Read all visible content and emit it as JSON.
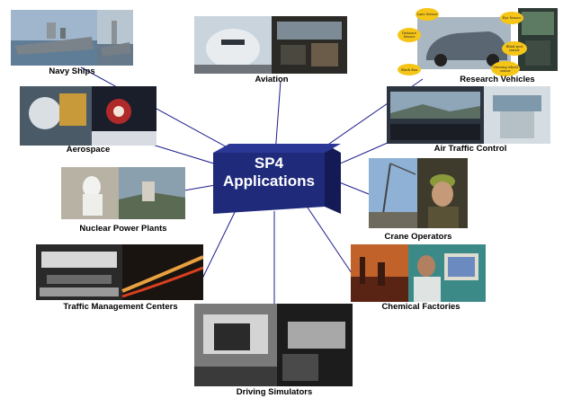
{
  "center": {
    "line1": "SP4",
    "line2": "Applications",
    "color": "#1f2a7a"
  },
  "connector_color": "#1c1c8c",
  "applications": [
    {
      "id": "navy-ships",
      "label": "Navy Ships"
    },
    {
      "id": "aviation",
      "label": "Aviation"
    },
    {
      "id": "research-vehicles",
      "label": "Research Vehicles"
    },
    {
      "id": "aerospace",
      "label": "Aerospace"
    },
    {
      "id": "air-traffic-control",
      "label": "Air Traffic Control"
    },
    {
      "id": "nuclear-power-plants",
      "label": "Nuclear Power Plants"
    },
    {
      "id": "crane-operators",
      "label": "Crane Operators"
    },
    {
      "id": "traffic-management-centers",
      "label": "Traffic Management Centers"
    },
    {
      "id": "chemical-factories",
      "label": "Chemical Factories"
    },
    {
      "id": "driving-simulators",
      "label": "Driving Simulators"
    }
  ],
  "research_vehicle_tags": [
    "Lane Sensor",
    "Eye Sensor",
    "Distance Sensor",
    "Blind spot sensor",
    "Black Box",
    "Steering wheel sensor"
  ]
}
